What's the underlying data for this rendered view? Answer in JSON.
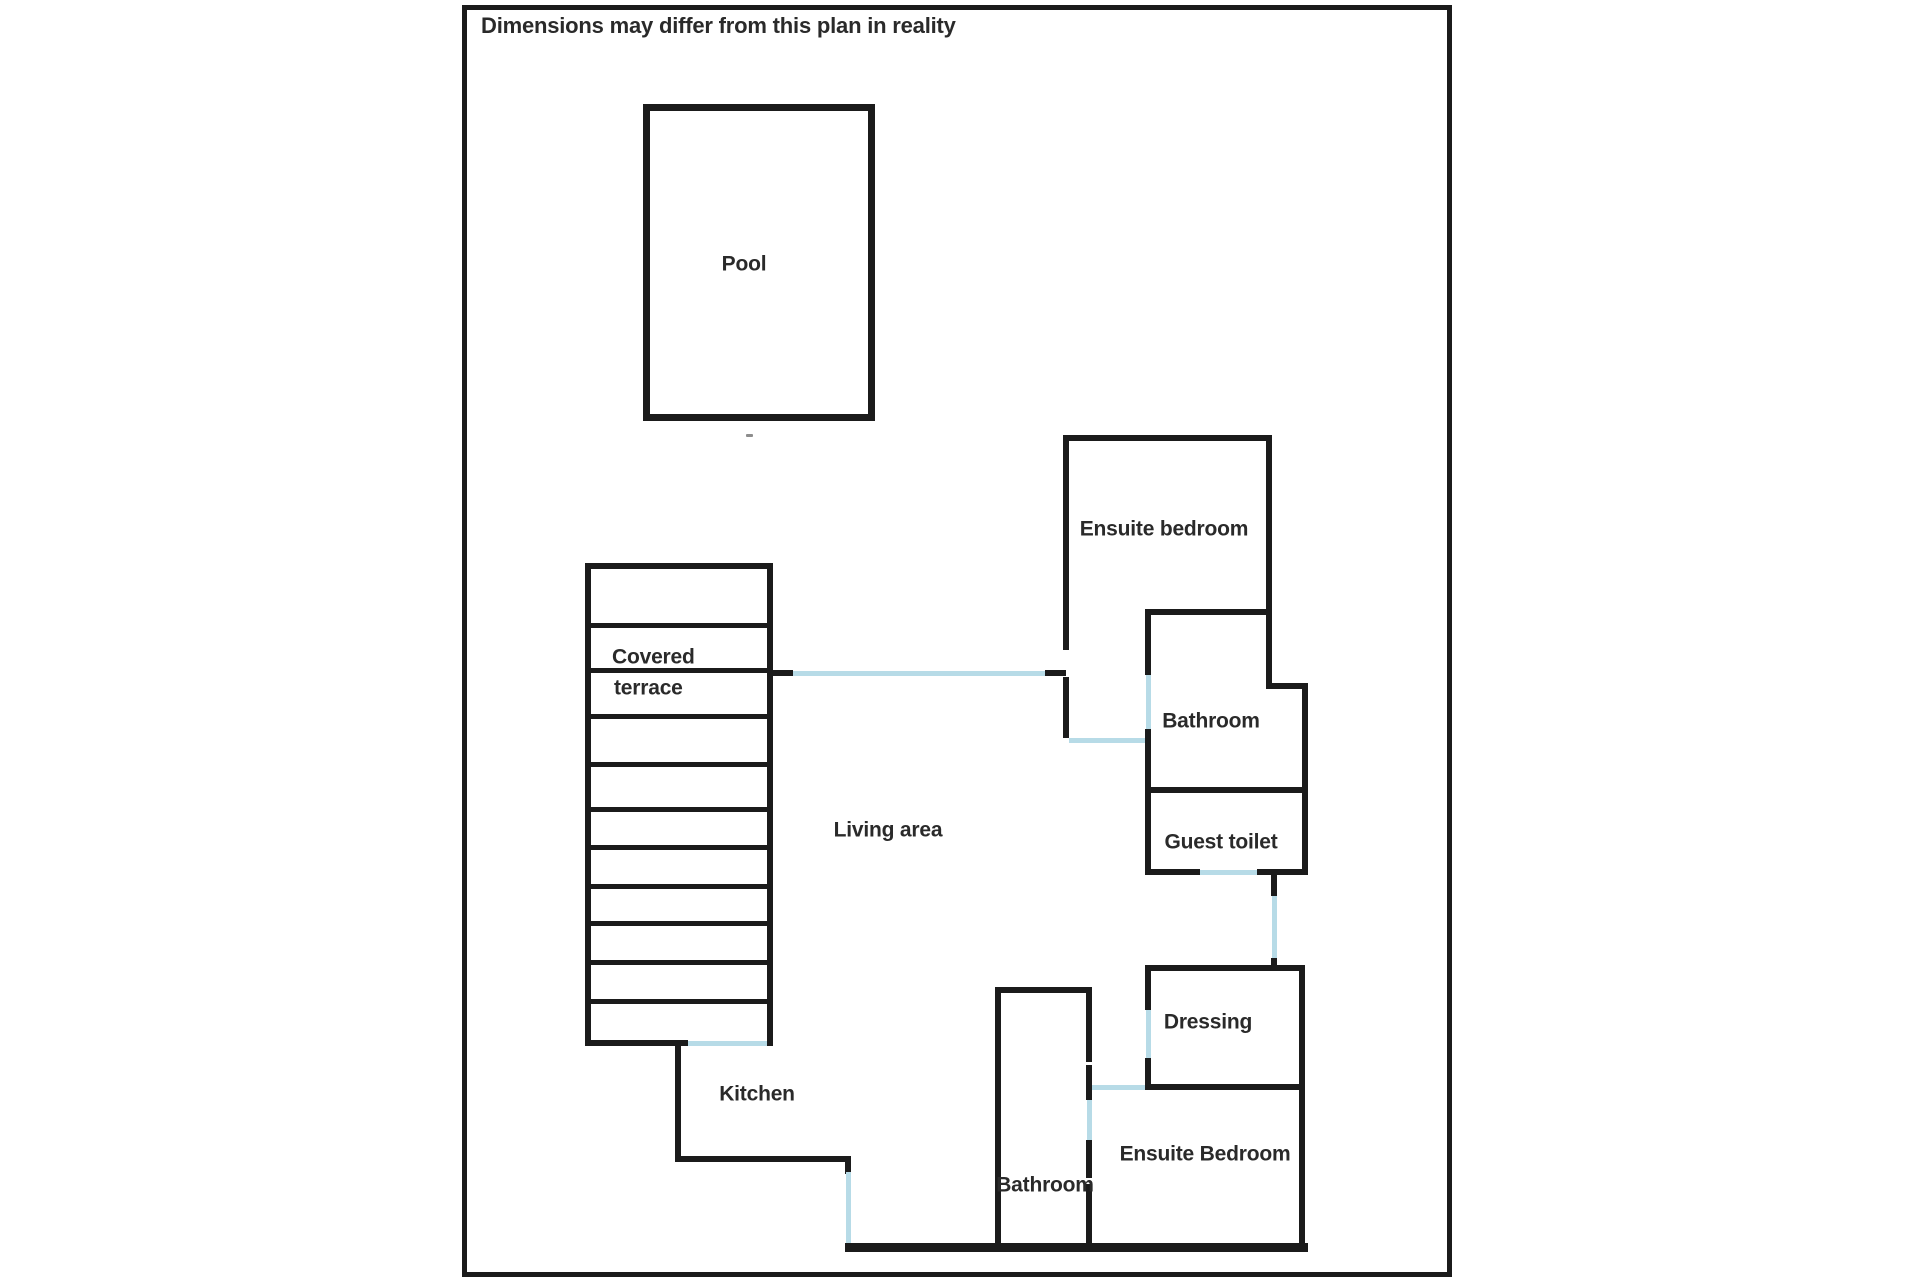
{
  "disclaimer": "Dimensions may differ from this plan in reality",
  "labels": {
    "pool": "Pool",
    "covered_terrace_line1": "Covered",
    "covered_terrace_line2": "terrace",
    "living_area": "Living area",
    "kitchen": "Kitchen",
    "ensuite_bedroom_top": "Ensuite bedroom",
    "bathroom_top": "Bathroom",
    "guest_toilet": "Guest toilet",
    "dressing": "Dressing",
    "ensuite_bedroom_bottom": "Ensuite Bedroom",
    "bathroom_bottom": "Bathroom"
  },
  "rooms": [
    "Pool",
    "Covered terrace",
    "Living area",
    "Kitchen",
    "Ensuite bedroom",
    "Bathroom",
    "Guest toilet",
    "Dressing",
    "Ensuite Bedroom",
    "Bathroom"
  ],
  "colors": {
    "wall": "#1b1b1b",
    "opening": "#b7dbe7",
    "text": "#2a2a2a",
    "background": "#ffffff"
  }
}
